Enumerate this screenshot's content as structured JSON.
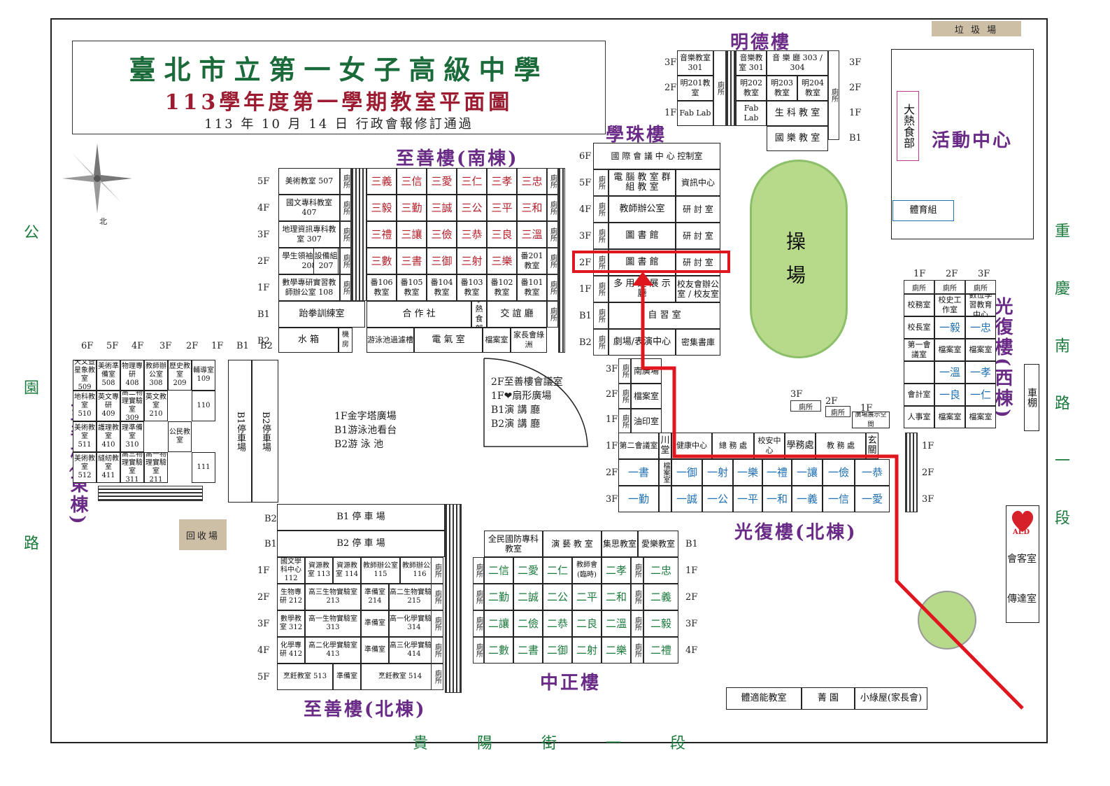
{
  "title": {
    "main": "臺北市立第一女子高級中學",
    "sub": "113學年度第一學期教室平面圖",
    "date": "113 年 10 月 14 日 行政會報修訂通過"
  },
  "roads": {
    "left": "公園路",
    "right": "重慶南路一段",
    "bottom": "貴陽街一段"
  },
  "compass_label": "北",
  "buildings": {
    "mingde": "明德樓",
    "xuezhu": "學珠樓",
    "zhishan_south": "至善樓(南棟)",
    "zhishan_east": "至善樓(東棟)",
    "zhishan_north": "至善樓(北棟)",
    "guangfu_north": "光復樓(北棟)",
    "guangfu_west": "光復樓(西棟)",
    "zhongzheng": "中正樓",
    "activity": "活動中心"
  },
  "landmarks": {
    "playground": "操場",
    "garbage": "垃 圾 場",
    "recycle": "回收場",
    "aed": "AED",
    "reception": "會客室",
    "messenger": "傳達室",
    "bike_shed": "車棚",
    "great_dining": "大熱食部",
    "pe_group": "體育組",
    "restroom": "廁所"
  },
  "south_floors": [
    "5F",
    "4F",
    "3F",
    "2F",
    "1F",
    "B1"
  ],
  "south_left": [
    [
      "美術教室",
      "507"
    ],
    [
      "國文專科教室",
      "407"
    ],
    [
      "地理資訊專科教室",
      "307"
    ],
    [
      "學生領袖營法庭",
      "208"
    ],
    [
      "數學專研實習教師辦公室",
      "108"
    ],
    [
      "跆拳訓練室",
      ""
    ]
  ],
  "south_207": "設備組 207",
  "south_rows": [
    [
      "三義",
      "三信",
      "三愛",
      "三仁",
      "三孝",
      "三忠"
    ],
    [
      "三毅",
      "三勤",
      "三誠",
      "三公",
      "三平",
      "三和"
    ],
    [
      "三禮",
      "三讓",
      "三儉",
      "三恭",
      "三良",
      "三溫"
    ],
    [
      "三數",
      "三書",
      "三御",
      "三射",
      "三樂",
      "番201教室"
    ],
    [
      "番106教室",
      "番105教室",
      "番104教室",
      "番103教室",
      "番102教室",
      "番101教室"
    ]
  ],
  "south_b1": [
    "合 作 社",
    "小熱食部",
    "交 誼 廳"
  ],
  "south_b2": [
    "水 箱",
    "機房",
    "游泳池過濾槽",
    "電 氣 室",
    "檔案室",
    "家長會綠洲"
  ],
  "south_b2_label": "B2",
  "xuezhu_floors": [
    "6F",
    "5F",
    "4F",
    "3F",
    "2F",
    "1F",
    "B1",
    "B2"
  ],
  "xuezhu_rows": [
    [
      "國 際 會 議 中 心",
      "控制室"
    ],
    [
      "電 腦 教 室 群 組 教 室",
      "資訊中心"
    ],
    [
      "教師辦公室",
      "研 討 室"
    ],
    [
      "圖 書 館",
      "研 討 室"
    ],
    [
      "圖 書 館",
      "研 討 室"
    ],
    [
      "多 用 途 展 示 廳",
      "校友會辦公室 / 校友室"
    ],
    [
      "自 習 室",
      ""
    ],
    [
      "劇場/表演中心",
      "密集書庫"
    ]
  ],
  "mingde_floors": [
    "3F",
    "2F",
    "1F",
    "B1"
  ],
  "mingde_rows": [
    [
      "音樂教室 301",
      "音樂教室 301",
      "音 樂 廳 303 / 304"
    ],
    [
      "明201教室",
      "明202教室",
      "明203教室",
      "明204教室"
    ],
    [
      "Fab Lab",
      "Fab Lab",
      "生 科 教 室"
    ],
    [
      "國 樂 教 室"
    ]
  ],
  "east_floors": [
    "6F",
    "5F",
    "4F",
    "3F",
    "2F",
    "1F",
    "B1",
    "B2"
  ],
  "east_cells": [
    [
      "天文暨星象教室 509",
      "美術準備室 508",
      "物理專研 408",
      "教師辦公室 308",
      "歷史教室 209",
      "輔導室 109"
    ],
    [
      "地科教室 510",
      "英文專研 409",
      "高二物理實驗室 309",
      "英文教室 210",
      "",
      "110"
    ],
    [
      "美術教室 511",
      "護理教室 410",
      "理準備室 310",
      "",
      "公民教室",
      ""
    ],
    [
      "美術教室 512",
      "縫紉教室 411",
      "高三物理實驗室 311",
      "高一物理實驗室 211",
      "",
      "111"
    ]
  ],
  "east_parking": [
    "B1停車場",
    "B2停車場"
  ],
  "center_note": [
    "1F金字塔廣場",
    "B1游泳池看台",
    "B2游 泳 池"
  ],
  "fan_note": [
    "2F至善樓會議室",
    "1F❤扇形廣場",
    "B1演 講 廳",
    "B2演 講 廳"
  ],
  "north_parking": [
    "B1 停 車 場",
    "B2 停 車 場"
  ],
  "north_floors": [
    "1F",
    "2F",
    "3F",
    "4F",
    "5F"
  ],
  "north_rows": [
    [
      "國文學科中心 112",
      "資源教室 113",
      "資源教室 114",
      "教師辦公室 115",
      "教師辦公室 116"
    ],
    [
      "生物專研 212",
      "高三生物實驗室213",
      "準備室 214",
      "高二生物實驗室215"
    ],
    [
      "數學教室 312",
      "高一生物實驗室313",
      "準備室",
      "高一化學實驗室314"
    ],
    [
      "化學專研 412",
      "高二化學實驗室413",
      "準備室",
      "高三化學實驗室414"
    ],
    [
      "烹飪教室 513",
      "準備室",
      "烹飪教室 514"
    ]
  ],
  "zz_top": [
    "全民國防專科教室",
    "演 藝 教 室",
    "集思教室",
    "愛樂教室"
  ],
  "zz_floors": [
    "B1",
    "1F",
    "2F",
    "3F",
    "4F"
  ],
  "zz_rows": [
    [
      "二信",
      "二愛",
      "二仁",
      "教師會(臨時)",
      "二孝",
      "二忠"
    ],
    [
      "二勤",
      "二誠",
      "二公",
      "二平",
      "二和",
      "二義"
    ],
    [
      "二讓",
      "二儉",
      "二恭",
      "二良",
      "二溫",
      "二毅"
    ],
    [
      "二數",
      "二書",
      "二御",
      "二射",
      "二樂",
      "二禮"
    ]
  ],
  "gf_small": [
    "南廣場",
    "檔案室",
    "油印室"
  ],
  "gf_small_floors": [
    "3F",
    "2F",
    "1F"
  ],
  "gf_top_floors": [
    "3F",
    "2F",
    "1F"
  ],
  "gf_1f": [
    "第二會議室",
    "川堂",
    "健康中心",
    "總 務 處",
    "校安中心",
    "學務處",
    "教 務 處",
    "玄關"
  ],
  "gf_2f": [
    "一書",
    "檔案室",
    "一御",
    "一射",
    "一樂",
    "一禮",
    "一讓",
    "一儉",
    "一恭"
  ],
  "gf_3f": [
    "一勤",
    "",
    "一誠",
    "一公",
    "一平",
    "一和",
    "一義",
    "一信",
    "一愛"
  ],
  "gf_floor_labels": [
    "1F",
    "2F",
    "3F"
  ],
  "gf_exhibit": "廣場展示空間",
  "west_header": [
    "1F",
    "2F",
    "3F"
  ],
  "west_rows": [
    [
      "校務室",
      "校史工作室",
      "數位學習教育中心"
    ],
    [
      "校長室",
      "一毅",
      "一忠"
    ],
    [
      "第一會議室",
      "檔案室",
      "檔案室"
    ],
    [
      "",
      "一溫",
      "一孝"
    ],
    [
      "會計室",
      "一良",
      "一仁"
    ],
    [
      "人事室",
      "檔案室",
      "檔案室"
    ]
  ],
  "bottom_row": [
    "體適能教室",
    "菁 園",
    "小綠屋(家長會)"
  ],
  "colors": {
    "title_green": "#1b6b3a",
    "title_red": "#9b1c31",
    "building_purple": "#6a2b86",
    "road_green": "#1b7a3c",
    "route_red": "#e0161f",
    "field_green": "#b7d98a",
    "class_red": "#b3202b",
    "class_blue": "#1f6fb2"
  }
}
